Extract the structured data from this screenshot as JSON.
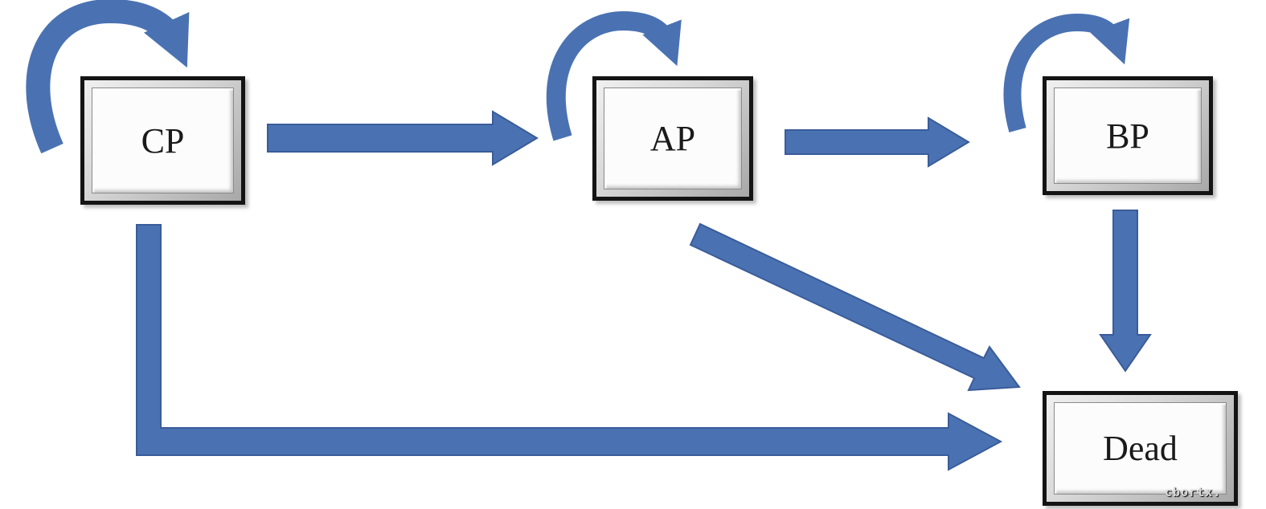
{
  "diagram": {
    "type": "state-transition-diagram",
    "nodes": [
      {
        "id": "CP",
        "label": "CP"
      },
      {
        "id": "AP",
        "label": "AP"
      },
      {
        "id": "BP",
        "label": "BP"
      },
      {
        "id": "Dead",
        "label": "Dead"
      }
    ],
    "edges": [
      {
        "from": "CP",
        "to": "CP",
        "type": "self-loop"
      },
      {
        "from": "CP",
        "to": "AP",
        "type": "transition"
      },
      {
        "from": "AP",
        "to": "AP",
        "type": "self-loop"
      },
      {
        "from": "AP",
        "to": "BP",
        "type": "transition"
      },
      {
        "from": "BP",
        "to": "BP",
        "type": "self-loop"
      },
      {
        "from": "CP",
        "to": "Dead",
        "type": "transition"
      },
      {
        "from": "AP",
        "to": "Dead",
        "type": "transition"
      },
      {
        "from": "BP",
        "to": "Dead",
        "type": "transition"
      }
    ],
    "colors": {
      "arrow_fill": "#4a72b2",
      "arrow_outline": "#3a5c99",
      "box_border": "#141414",
      "box_fill": "#fcfcfc"
    }
  },
  "watermark": {
    "text": "cbortx."
  }
}
